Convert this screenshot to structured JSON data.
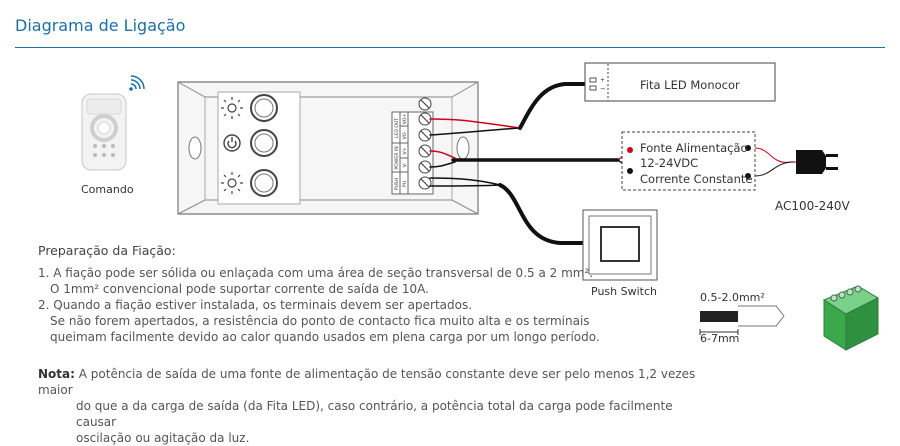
{
  "header": {
    "title": "Diagrama de Ligação"
  },
  "labels": {
    "remote": "Comando",
    "led_strip": "Fita LED Monocor",
    "psu_line1": "Fonte Alimentação",
    "psu_line2": "12-24VDC",
    "psu_line3": "Corrente Constante",
    "ac": "AC100-240V",
    "push_switch": "Push Switch",
    "wire_gauge": "0.5-2.0mm²",
    "strip_length": "6-7mm",
    "term_led_out": "LED OUT",
    "term_power_in": "POWER IN",
    "term_push": "PUSH",
    "pin_vo_plus": "VO+",
    "pin_vo_minus": "VO-",
    "pin_v_plus": "V+",
    "pin_v_minus": "V-",
    "pin_pu": "PU"
  },
  "wiring": {
    "title": "Preparação da Fiação:",
    "lines": [
      "1. A fiação pode ser sólida ou enlaçada com uma área de seção transversal de 0.5 a 2 mm².",
      "    O 1mm² convencional pode suportar corrente de saída de 10A.",
      "2. Quando a fiação estiver instalada, os terminais devem ser apertados.",
      "    Se não forem apertados, a resistência do ponto de contacto fica muito alta e os terminais",
      "    queimam facilmente devido ao calor quando usados em plena carga por um longo período."
    ]
  },
  "note": {
    "label": "Nota:",
    "lines": [
      "A potência de saída de uma fonte de alimentação de tensão constante deve ser pelo menos 1,2 vezes maior",
      "do que a da carga de saída (da Fita LED), caso contrário, a potência total da carga pode facilmente causar",
      "oscilação ou agitação da luz."
    ]
  },
  "colors": {
    "title": "#1d6fa6",
    "wire_positive": "#d0021b",
    "wire": "#111111",
    "terminal_green": "#3aa84b"
  }
}
